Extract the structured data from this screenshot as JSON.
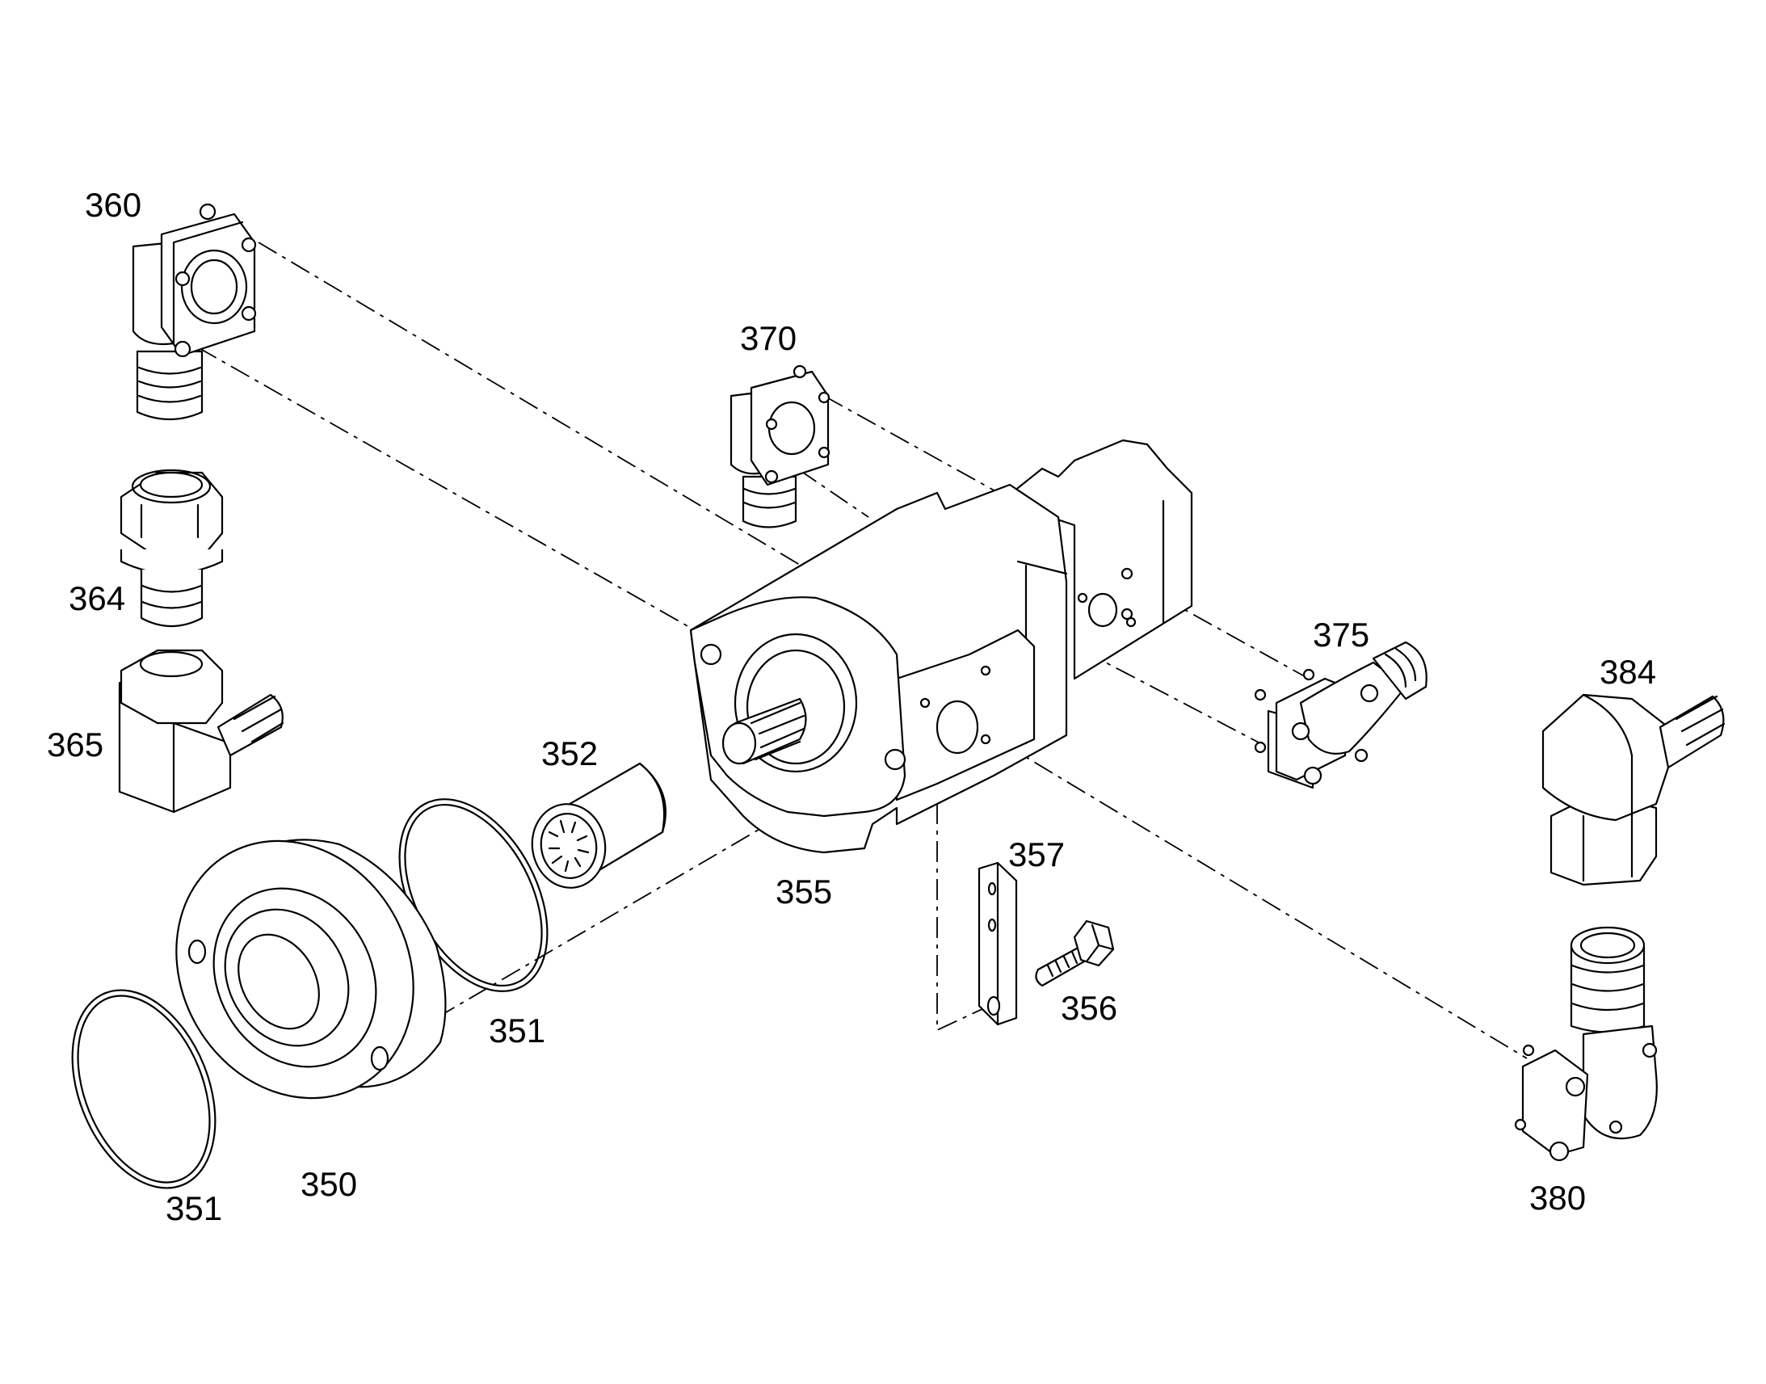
{
  "diagram": {
    "type": "exploded-parts-view",
    "labels": {
      "p350": "350",
      "p351a": "351",
      "p351b": "351",
      "p352": "352",
      "p355": "355",
      "p356": "356",
      "p357": "357",
      "p360": "360",
      "p364": "364",
      "p365": "365",
      "p370": "370",
      "p375": "375",
      "p380": "380",
      "p384": "384"
    }
  }
}
